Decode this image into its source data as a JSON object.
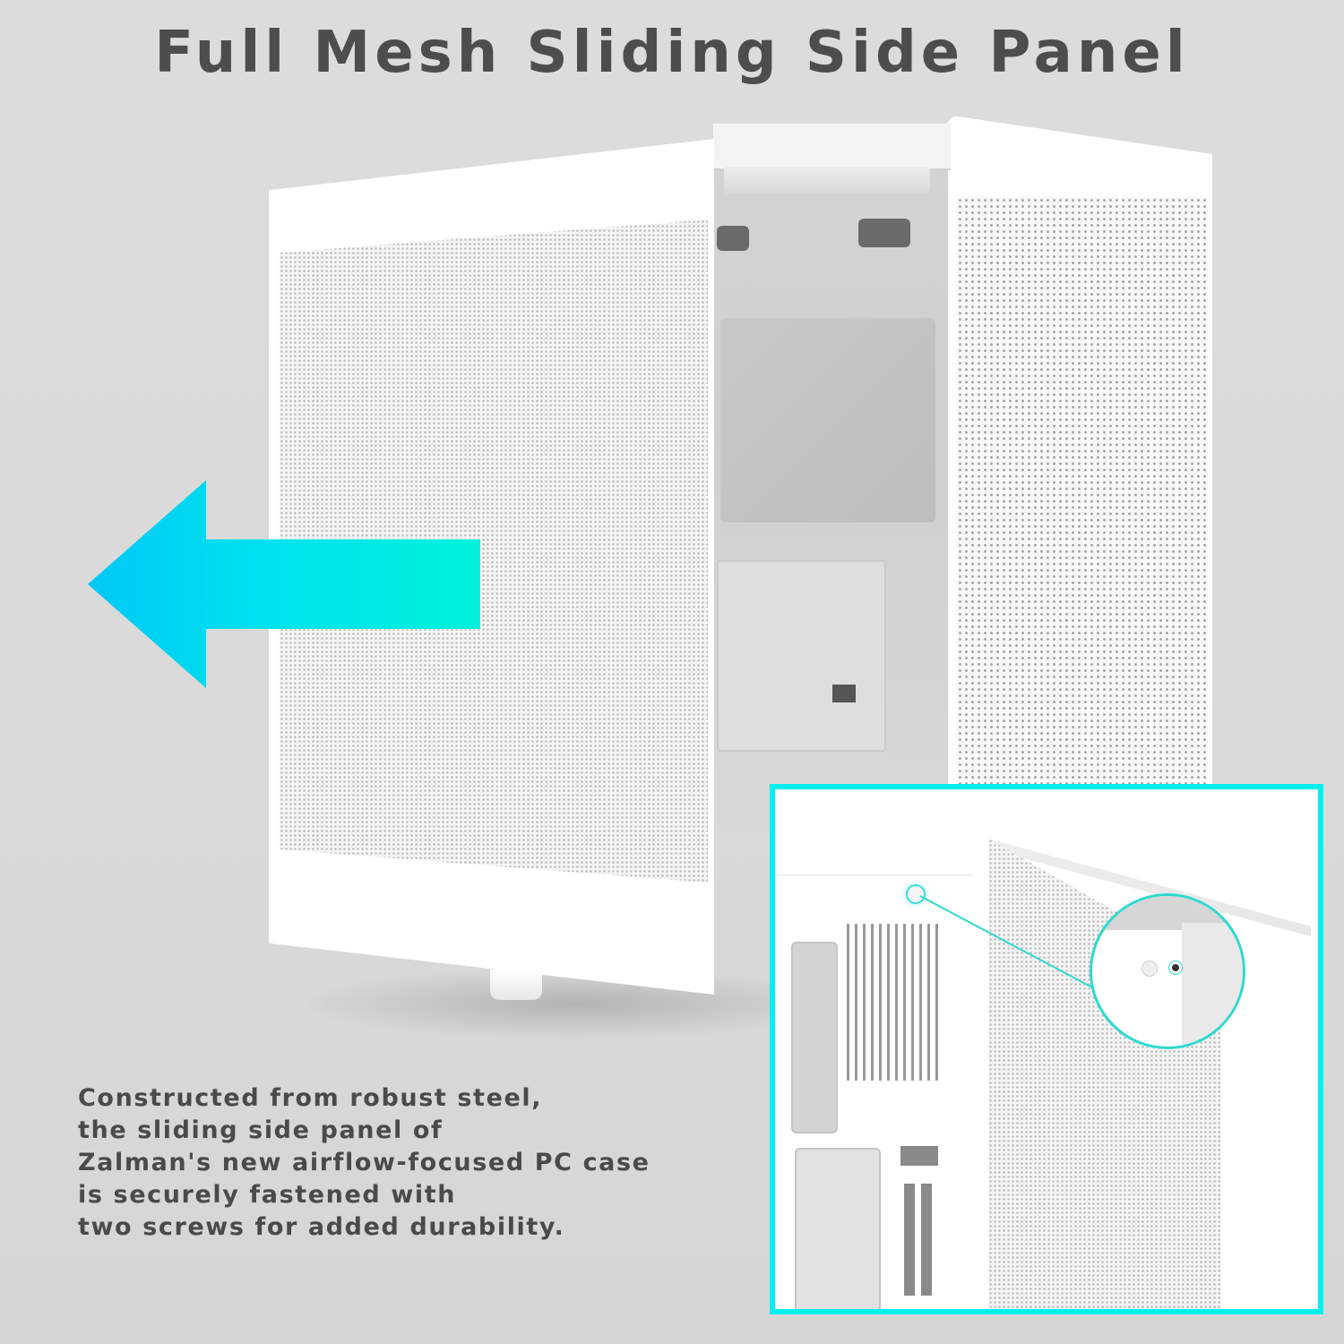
{
  "title": "Full Mesh Sliding Side Panel",
  "description": {
    "lines": [
      "Constructed from robust steel,",
      "the sliding side panel of",
      "Zalman's new airflow-focused PC case",
      "is securely fastened with",
      "two screws for added durability."
    ]
  },
  "arrow": {
    "direction": "left",
    "gradient_start": "#00c8f5",
    "gradient_end": "#00f2dc"
  },
  "inset": {
    "border_color": "#00f0f0",
    "callout_color": "#2fd9cf",
    "subject": "side panel screw detail"
  },
  "colors": {
    "background": "#dadada",
    "title_text": "#4d4d4d",
    "body_text": "#4a4a4a",
    "case": "#ffffff"
  }
}
